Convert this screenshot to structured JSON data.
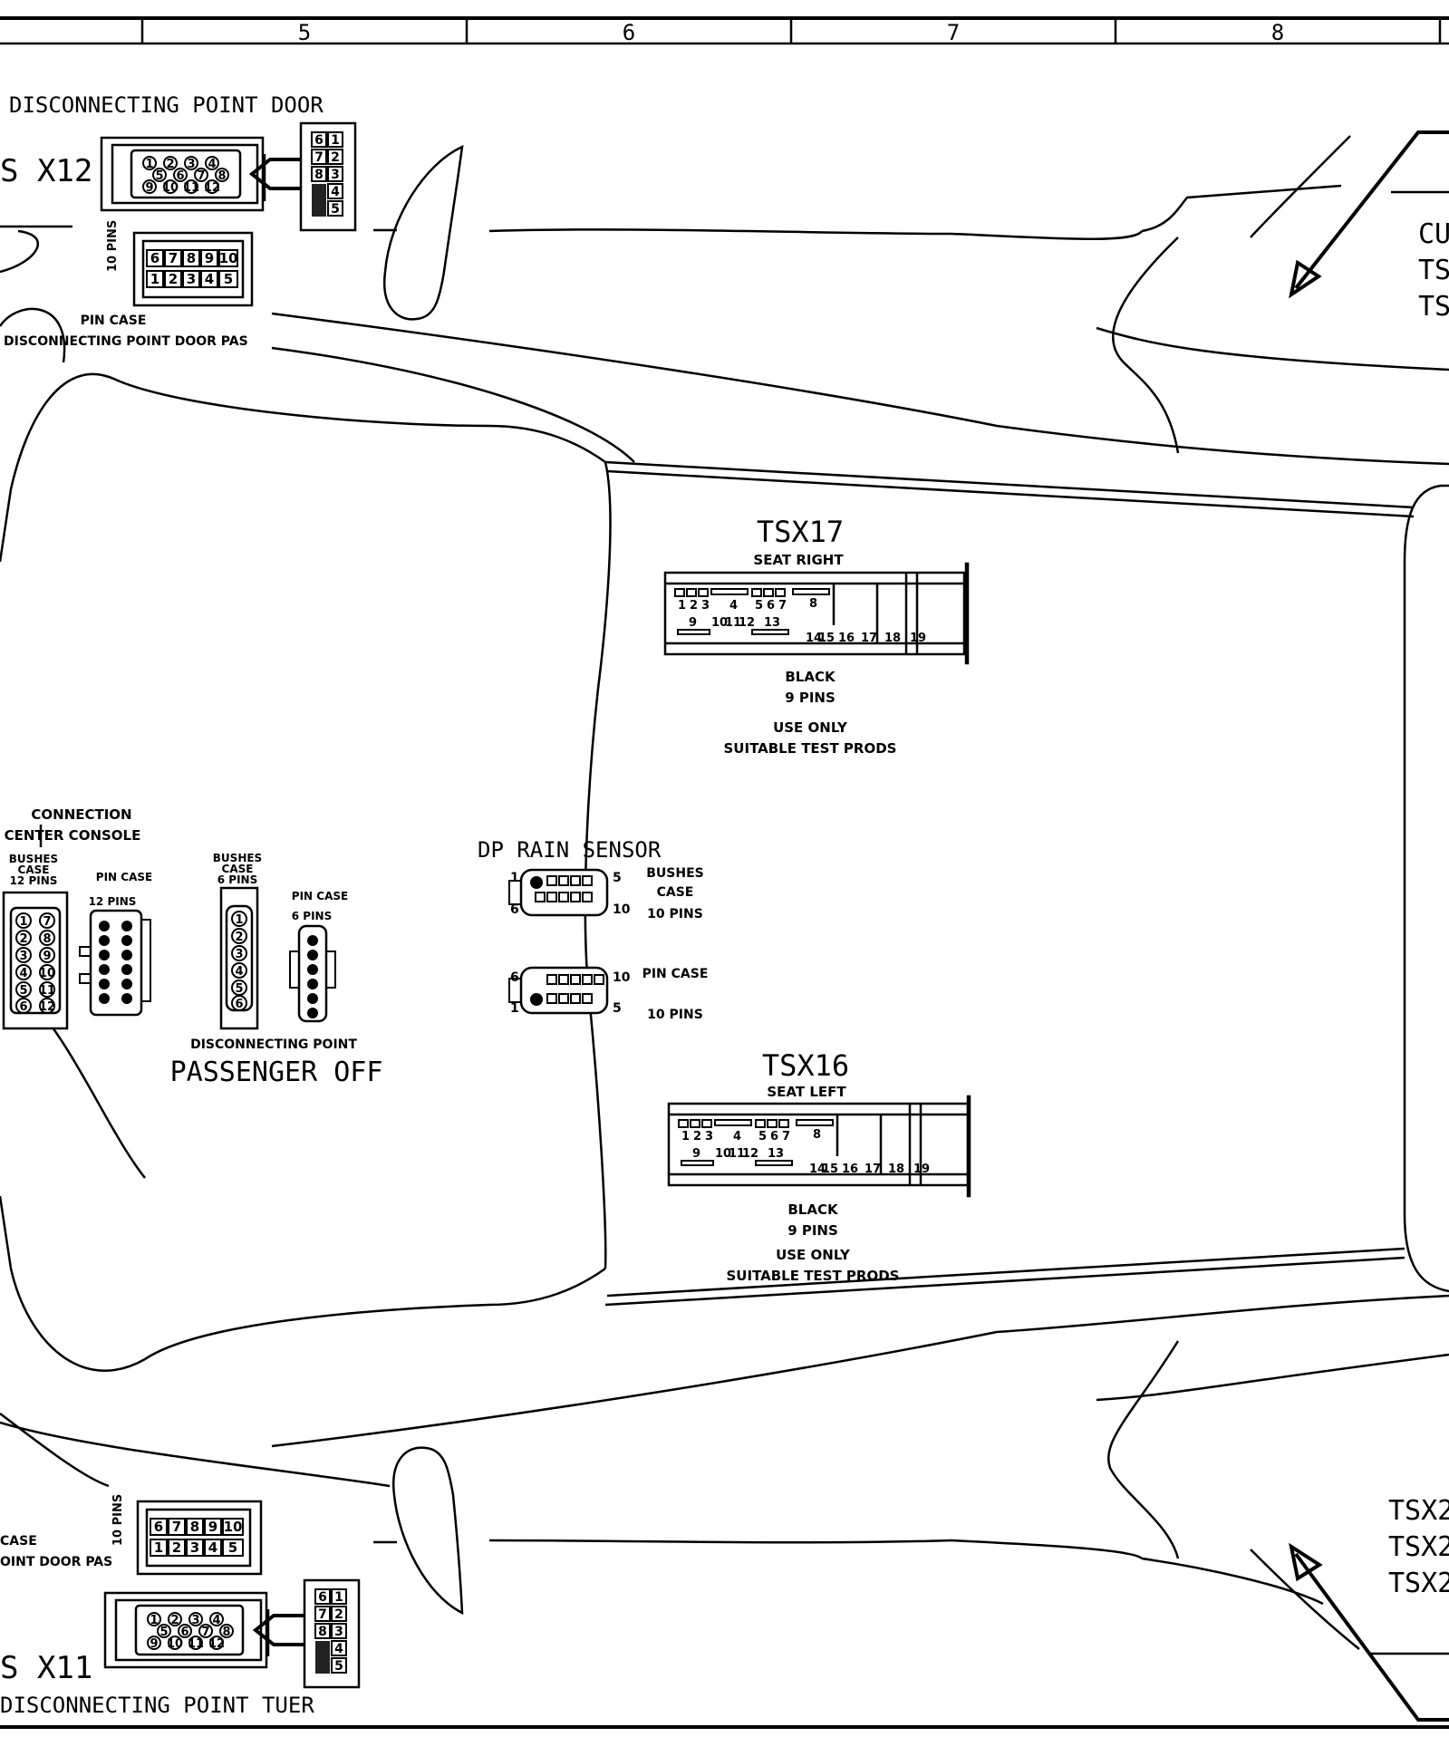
{
  "grid": {
    "columns": [
      "5",
      "6",
      "7",
      "8"
    ]
  },
  "labels": {
    "dp_door_top": "DISCONNECTING POINT DOOR",
    "x12": "S X12",
    "pin_case_top_a": "PIN CASE",
    "pin_case_top_b": "DISCONNECTING POINT DOOR  PAS",
    "pins10_top": "10 PINS",
    "right_top_1": "CU",
    "right_top_2": "TS",
    "right_top_3": "TS",
    "tsx17_title": "TSX17",
    "tsx17_sub": "SEAT RIGHT",
    "tsx17_color": "BLACK",
    "tsx17_pins": "9 PINS",
    "tsx17_note1": "USE ONLY",
    "tsx17_note2": "SUITABLE TEST PRODS",
    "cc_1": "CONNECTION",
    "cc_2": "CENTER CONSOLE",
    "bushes12_1": "BUSHES",
    "bushes12_2": "CASE",
    "bushes12_3": "12 PINS",
    "pincase12_1": "PIN CASE",
    "pincase12_2": "12 PINS",
    "bushes6_1": "BUSHES",
    "bushes6_2": "CASE",
    "bushes6_3": "6 PINS",
    "pincase6_1": "PIN CASE",
    "pincase6_2": "6 PINS",
    "dp_passenger_1": "DISCONNECTING POINT",
    "dp_passenger_2": "PASSENGER OFF",
    "rain_title": "DP RAIN SENSOR",
    "rain_b1": "BUSHES",
    "rain_b2": "CASE",
    "rain_b3": "10 PINS",
    "rain_p1": "PIN CASE",
    "rain_p2": "10 PINS",
    "tsx16_title": "TSX16",
    "tsx16_sub": "SEAT LEFT",
    "tsx16_color": "BLACK",
    "tsx16_pins": "9 PINS",
    "tsx16_note1": "USE ONLY",
    "tsx16_note2": "SUITABLE TEST PRODS",
    "right_bot_1": "TSX2",
    "right_bot_2": "TSX2",
    "right_bot_3": "TSX2",
    "pin_case_bot_a": "CASE",
    "pin_case_bot_b": "OINT DOOR  PAS",
    "pins10_bot": "10 PINS",
    "x11": "S  X11",
    "dp_tuer": "DISCONNECTING POINT TUER"
  },
  "connectors": {
    "grid_digits_top": [
      "6",
      "1",
      "7",
      "2",
      "8",
      "3",
      "4",
      "5"
    ],
    "ten_pin_top_row": [
      "6",
      "7",
      "8",
      "9",
      "10"
    ],
    "ten_pin_bottom_row": [
      "1",
      "2",
      "3",
      "4",
      "5"
    ],
    "round12_top": [
      "1",
      "2",
      "3",
      "4"
    ],
    "round12_mid": [
      "5",
      "6",
      "7",
      "8"
    ],
    "round12_bot": [
      "9",
      "10",
      "11",
      "12"
    ],
    "twin12_left": [
      "1",
      "2",
      "3",
      "4",
      "5",
      "6"
    ],
    "twin12_right": [
      "7",
      "8",
      "9",
      "10",
      "11",
      "12"
    ],
    "six_pins": [
      "1",
      "2",
      "3",
      "4",
      "5",
      "6"
    ],
    "seat_top_row": [
      "1",
      "2",
      "3",
      "4",
      "5",
      "6",
      "7",
      "8"
    ],
    "seat_mid_row": [
      "9",
      "10",
      "11",
      "12",
      "13"
    ],
    "seat_bot_row": [
      "14",
      "15",
      "16",
      "17",
      "18",
      "19"
    ],
    "rain_top": [
      "1",
      "5",
      "6",
      "10"
    ],
    "rain_bot": [
      "6",
      "10",
      "1",
      "5"
    ]
  }
}
